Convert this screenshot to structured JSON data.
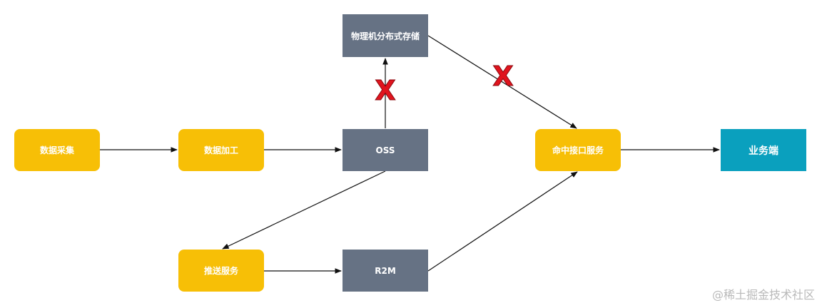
{
  "nodes": {
    "data_collection": "数据采集",
    "data_processing": "数据加工",
    "oss": "OSS",
    "physical_storage": "物理机分布式存储",
    "push_service": "推送服务",
    "r2m": "R2M",
    "hit_api_service": "命中接口服务",
    "business_end": "业务端"
  },
  "marks": {
    "blocked_symbol": "X"
  },
  "watermark": "@稀土掘金技术社区",
  "colors": {
    "yellow_node": "#f7bf06",
    "gray_node": "#667284",
    "teal_node": "#0aa0be",
    "blocked_mark": "#e0141e",
    "edge": "#111111"
  }
}
